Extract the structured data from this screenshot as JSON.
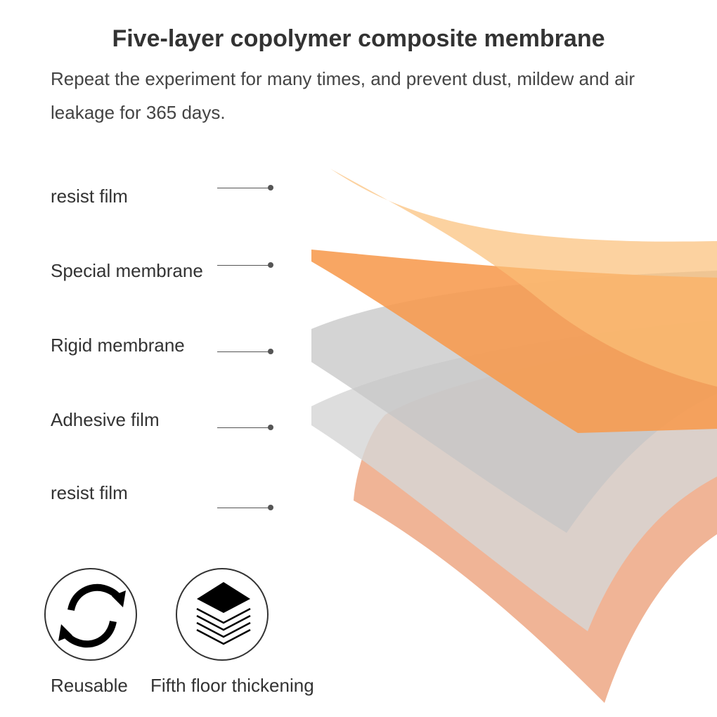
{
  "header": {
    "title": "Five-layer copolymer composite membrane",
    "subtitle": "Repeat the experiment for many times, and prevent dust, mildew and air leakage for 365 days."
  },
  "layers": [
    {
      "label": "resist film",
      "color": "#f7c98a"
    },
    {
      "label": "Special membrane",
      "color": "#f79a4a"
    },
    {
      "label": "Rigid membrane",
      "color": "#bdbdbd"
    },
    {
      "label": "Adhesive film",
      "color": "#cfcfcf"
    },
    {
      "label": "resist film",
      "color": "#eca27e"
    }
  ],
  "features": [
    {
      "label": "Reusable",
      "icon": "recycle-arrows-icon"
    },
    {
      "label": "Fifth floor thickening",
      "icon": "stacked-layers-icon"
    }
  ]
}
